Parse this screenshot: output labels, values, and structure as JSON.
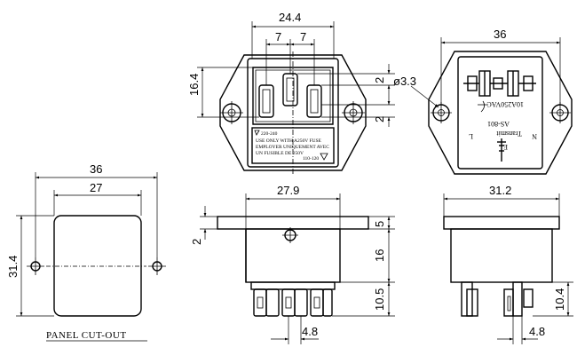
{
  "front_view": {
    "dim_width": "24.4",
    "dim_pin_spacing_left": "7",
    "dim_pin_spacing_right": "7",
    "dim_height": "16.4",
    "dim_pin_offset_top": "2",
    "dim_pin_offset_bottom": "2",
    "fuse_label_lines": [
      "USE ONLY WITH      A250V  FUSE",
      "EMPLOYER UNIQUEMENT AVEC",
      "UN FUSIBLE DE 250V"
    ],
    "fuse_small_top": "220-240",
    "fuse_small_bottom": "110-120"
  },
  "rear_view": {
    "dim_width": "36",
    "dim_hole": "ø3.3",
    "rating": "10A250VAC",
    "model": "AS-801",
    "brand": "Transmit",
    "mark_n": "N",
    "mark_l": "L",
    "mark_e": "E"
  },
  "panel_cutout": {
    "dim_outer": "36",
    "dim_inner": "27",
    "dim_height": "31.4",
    "label": "PANEL  CUT-OUT"
  },
  "side_view_a": {
    "dim_width": "27.9",
    "dim_flange_offset": "2",
    "dim_flange": "5",
    "dim_body": "16",
    "dim_pins": "10.5",
    "dim_pin_pitch": "4.8"
  },
  "side_view_b": {
    "dim_width": "31.2",
    "dim_pins": "10.4",
    "dim_pin_pitch": "4.8"
  }
}
